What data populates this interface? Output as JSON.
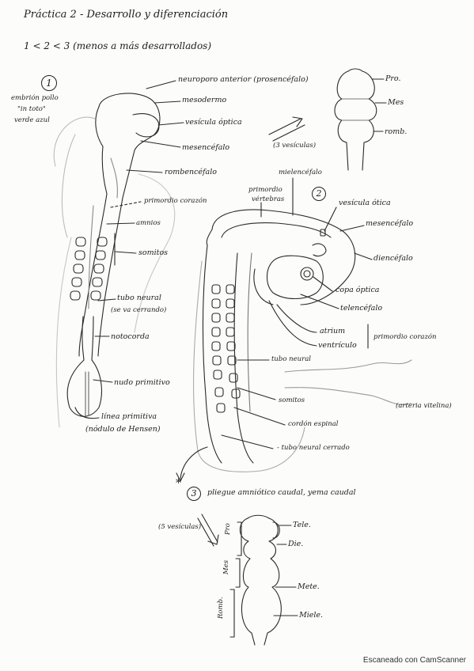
{
  "title": "Práctica 2 - Desarrollo y diferenciación",
  "subtitle": "1 < 2 < 3 (menos a más desarrollados)",
  "stage1": {
    "number": "1",
    "note": [
      "embrión pollo",
      "\"in toto\"",
      "verde azul"
    ],
    "labels": {
      "neuroporo": "neuroporo anterior (prosencéfalo)",
      "mesodermo": "mesodermo",
      "vesicula_optica": "vesícula óptica",
      "mesencefalo": "mesencéfalo",
      "rombencefalo": "rombencéfalo",
      "primordio": "primordio corazón",
      "amnios": "amnios",
      "somitos": "somitos",
      "tubo_neural": "tubo neural",
      "tubo_neural_note": "(se va cerrando)",
      "notocorda": "notocorda",
      "nudo": "nudo primitivo",
      "linea": "línea primitiva",
      "nodulo": "(nódulo de Hensen)"
    }
  },
  "vesicles3": {
    "arrow_label": "(3 vesículas)",
    "labels": [
      "Pro.",
      "Mes",
      "romb."
    ]
  },
  "stage2": {
    "number": "2",
    "labels": {
      "primordio_vertebras": [
        "primordio",
        "vértebras"
      ],
      "mielencefalo": "mielencéfalo",
      "vesicula_otica": "vesícula ótica",
      "mesencefalo": "mesencéfalo",
      "diencefalo": "diencéfalo",
      "copa_optica": "copa óptica",
      "telencefalo": "telencéfalo",
      "atrium": "atrium",
      "ventriculo": "ventrículo",
      "primordio_corazon": "primordio corazón",
      "tubo_neural": "tubo neural",
      "arteria": "(arteria vitelina)",
      "somitos": "somitos",
      "cordon": "cordón espinal",
      "tubo_cerrado": "- tubo neural cerrado"
    }
  },
  "stage3": {
    "number": "3",
    "star": "*",
    "text": "pliegue amniótico caudal, yema caudal"
  },
  "vesicles5": {
    "arrow_label": "(5 vesículas)",
    "labels": [
      "Tele.",
      "Die.",
      "Mete.",
      "Miele."
    ],
    "brackets": [
      "Pro",
      "Mes",
      "Romb."
    ]
  },
  "footer": "Escaneado con CamScanner"
}
